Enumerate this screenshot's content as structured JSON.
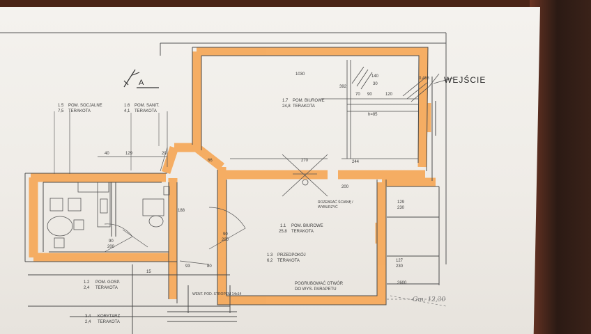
{
  "compass_letter": "A",
  "entrance_label": "WEJŚCIE",
  "rooms": [
    {
      "id": "socjalne",
      "number": "1.5",
      "name": "POM. SOCJALNE",
      "area": "7,5",
      "finish": "TERAKOTA"
    },
    {
      "id": "sanit",
      "number": "1.6",
      "name": "POM. SANIT.",
      "area": "4,1",
      "finish": "TERAKOTA"
    },
    {
      "id": "biurowe-top",
      "number": "1.7",
      "name": "POM. BIUROWE",
      "area": "24,8",
      "finish": "TERAKOTA"
    },
    {
      "id": "biurowe-mid",
      "number": "1.1",
      "name": "POM. BIUROWE",
      "area": "25,8",
      "finish": "TERAKOTA"
    },
    {
      "id": "przedpokoj",
      "number": "1.3",
      "name": "PRZEDPOKÓJ",
      "area": "6,2",
      "finish": "TERAKOTA"
    },
    {
      "id": "gosp",
      "number": "1.2",
      "name": "POM. GOSP.",
      "area": "2,4",
      "finish": "TERAKOTA"
    },
    {
      "id": "korytarz",
      "number": "3.4",
      "name": "KORYTARZ",
      "area": "2,4",
      "finish": "TERAKOTA"
    }
  ],
  "dims": {
    "d1030": "1030",
    "d392": "392",
    "d140": "140",
    "d30": "30",
    "d70": "70",
    "d90": "90",
    "d120": "120",
    "d0465": "0,465",
    "h85": "h=85",
    "d40": "40",
    "d129": "129",
    "d20": "20",
    "d66": "66",
    "d244": "244",
    "d270": "270",
    "d200": "200",
    "d129b": "129",
    "d230": "230",
    "d127": "127",
    "d230b": "230",
    "d2600": "2600",
    "d90b": "90",
    "d200b": "200",
    "d90c": "90",
    "d200c": "200",
    "d93": "93",
    "d80": "80",
    "d15": "15",
    "d188": "188"
  },
  "notes": {
    "wall_removal": "ROZEBRAĆ ŚCIANĘ / WYBURZYĆ",
    "opening": "POGRUBOWAĆ OTWÓR",
    "opening2": "DO WYS. PARAPETU",
    "vent": "WENT. POD. STROPEM 14x14",
    "handwritten": "Gm. 12,30"
  },
  "colors": {
    "wall_highlight": "#f6a858",
    "line": "#4b4b4b",
    "paper": "#f1eee9"
  }
}
